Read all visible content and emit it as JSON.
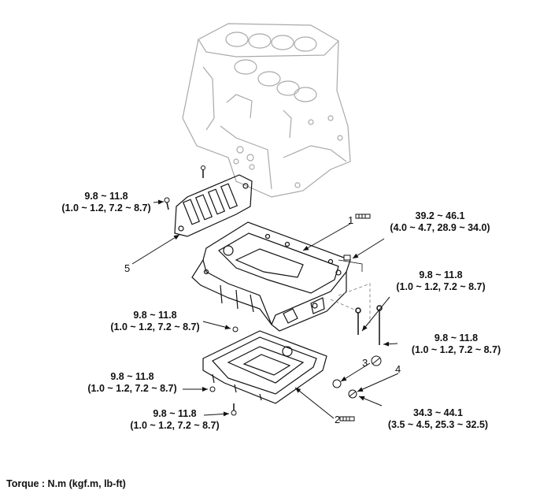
{
  "callouts": [
    {
      "id": "t1",
      "line1": "9.8 ~ 11.8",
      "line2": "(1.0 ~ 1.2, 7.2 ~ 8.7)"
    },
    {
      "id": "t2",
      "line1": "39.2 ~ 46.1",
      "line2": "(4.0 ~ 4.7, 28.9 ~ 34.0)"
    },
    {
      "id": "t3",
      "line1": "9.8 ~ 11.8",
      "line2": "(1.0 ~ 1.2, 7.2 ~ 8.7)"
    },
    {
      "id": "t4",
      "line1": "9.8 ~ 11.8",
      "line2": "(1.0 ~ 1.2, 7.2 ~ 8.7)"
    },
    {
      "id": "t5",
      "line1": "9.8 ~ 11.8",
      "line2": "(1.0 ~ 1.2, 7.2 ~ 8.7)"
    },
    {
      "id": "t6",
      "line1": "9.8 ~ 11.8",
      "line2": "(1.0 ~ 1.2, 7.2 ~ 8.7)"
    },
    {
      "id": "t7",
      "line1": "9.8 ~ 11.8",
      "line2": "(1.0 ~ 1.2, 7.2 ~ 8.7)"
    },
    {
      "id": "t8",
      "line1": "34.3 ~ 44.1",
      "line2": "(3.5 ~ 4.5, 25.3 ~ 32.5)"
    }
  ],
  "parts": {
    "p1": "1",
    "p2": "2",
    "p3": "3",
    "p4": "4",
    "p5": "5"
  },
  "footer": "Torque : N.m (kgf.m, lb-ft)"
}
